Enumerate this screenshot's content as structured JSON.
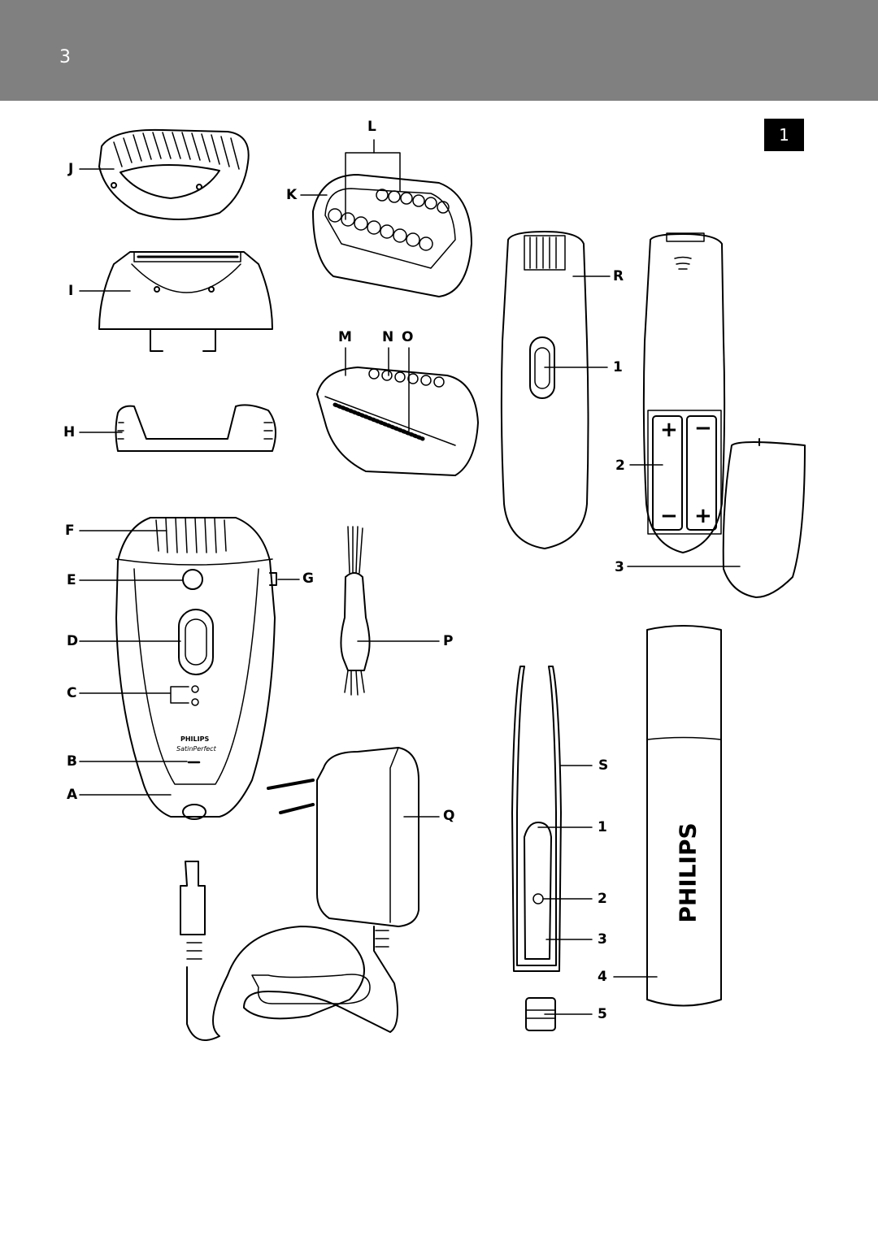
{
  "header": {
    "page_number": "3",
    "background": "#808080"
  },
  "figure": {
    "number": "1"
  },
  "brand": {
    "name": "PHILIPS",
    "model": "SatinPerfect",
    "pen_brand": "PHILIPS"
  },
  "labels": {
    "A": "A",
    "B": "B",
    "C": "C",
    "D": "D",
    "E": "E",
    "F": "F",
    "G": "G",
    "H": "H",
    "I": "I",
    "J": "J",
    "K": "K",
    "L": "L",
    "M": "M",
    "N": "N",
    "O": "O",
    "P": "P",
    "Q": "Q",
    "R": "R",
    "S": "S"
  },
  "trimmer_labels": {
    "one": "1",
    "two": "2",
    "three": "3"
  },
  "tweezer_labels": {
    "one": "1",
    "two": "2",
    "three": "3",
    "four": "4",
    "five": "5"
  },
  "battery_signs": {
    "plus": "+",
    "minus": "−"
  }
}
